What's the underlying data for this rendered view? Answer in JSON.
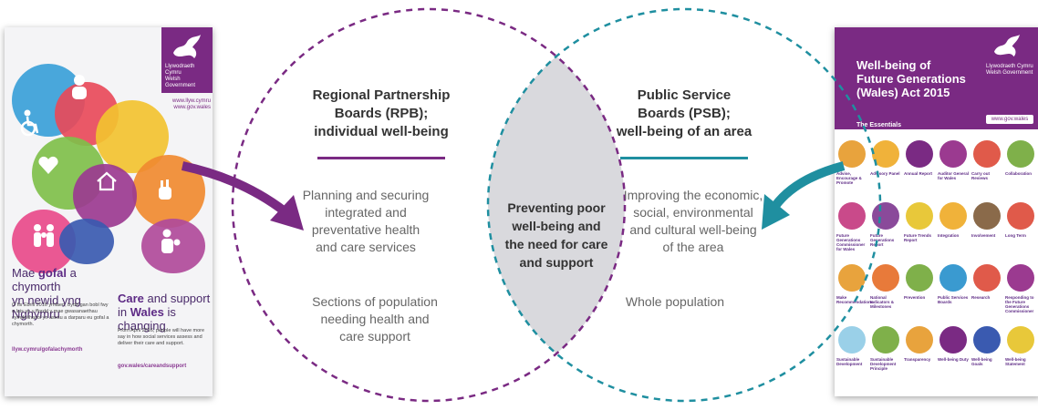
{
  "colors": {
    "rpb_purple": "#7a2a83",
    "psb_teal": "#1f8fa0",
    "overlap_grey": "#d9d9dd"
  },
  "left_circle": {
    "heading": [
      "Regional Partnership",
      "Boards (RPB);",
      "individual well-being"
    ],
    "body": [
      "Planning and securing",
      "integrated and",
      "preventative health",
      "and care services"
    ],
    "population": [
      "Sections of population",
      "needing health and",
      "care support"
    ]
  },
  "right_circle": {
    "heading": [
      "Public Service",
      "Boards (PSB);",
      "well-being of an area"
    ],
    "body": [
      "Improving the economic,",
      "social, environmental",
      "and cultural well-being",
      "of the area"
    ],
    "population": "Whole population"
  },
  "overlap": {
    "text": [
      "Preventing poor",
      "well-being and",
      "the need for care",
      "and support"
    ]
  },
  "left_brochure": {
    "logo_text": [
      "Llywodraeth Cymru",
      "Welsh Government"
    ],
    "web": [
      "www.llyw.cymru",
      "www.gov.wales"
    ],
    "welsh_title_line1_pre": "Mae ",
    "welsh_title_line1_bold": "gofal",
    "welsh_title_line1_post": " a chymorth",
    "welsh_title_line2": "yn newid yng Nghymru",
    "english_title_line1_bold": "Care",
    "english_title_line1_post": " and support",
    "english_title_line2_pre": "in ",
    "english_title_line2_bold": "Wales",
    "english_title_line2_post": " is changing",
    "welsh_body": "O fis Ebrill 2016 ymlaen, bydd gan bobl fwy o lais yn y ffordd y mae gwasanaethau cymdeithasol yn asesu a darparu eu gofal a chymorth.",
    "english_body": "From April 2016, people will have more say in how social services assess and deliver their care and support.",
    "welsh_link": "llyw.cymru/gofalachymorth",
    "english_link": "gov.wales/careandsupport"
  },
  "right_brochure": {
    "title": [
      "Well-being of",
      "Future Generations",
      "(Wales) Act 2015"
    ],
    "subtitle": "The Essentials",
    "logo_text": [
      "Llywodraeth Cymru",
      "Welsh Government"
    ],
    "web": "www.gov.wales",
    "icons": [
      {
        "label": "Advise, Encourage & Promote",
        "color": "#e8a33d"
      },
      {
        "label": "Advisory Panel",
        "color": "#f0b23a"
      },
      {
        "label": "Annual Report",
        "color": "#7a2a83"
      },
      {
        "label": "Auditor General for Wales",
        "color": "#9b3a90"
      },
      {
        "label": "Carry out Reviews",
        "color": "#e05a4a"
      },
      {
        "label": "Collaboration",
        "color": "#7fb04a"
      },
      {
        "label": "Future Generations Commissioner for Wales",
        "color": "#c94a8a"
      },
      {
        "label": "Future Generations Report",
        "color": "#8a4a9a"
      },
      {
        "label": "Future Trends Report",
        "color": "#e8c83a"
      },
      {
        "label": "Integration",
        "color": "#f0b23a"
      },
      {
        "label": "Involvement",
        "color": "#8a6a4a"
      },
      {
        "label": "Long Term",
        "color": "#e05a4a"
      },
      {
        "label": "Make Recommendations",
        "color": "#e8a33d"
      },
      {
        "label": "National Indicators & Milestones",
        "color": "#e87a3a"
      },
      {
        "label": "Prevention",
        "color": "#7fb04a"
      },
      {
        "label": "Public Services Boards",
        "color": "#3a9ad0"
      },
      {
        "label": "Research",
        "color": "#e05a4a"
      },
      {
        "label": "Responding to the Future Generations Commissioner",
        "color": "#9b3a90"
      },
      {
        "label": "Sustainable Development",
        "color": "#9ad0e8"
      },
      {
        "label": "Sustainable Development Principle",
        "color": "#7fb04a"
      },
      {
        "label": "Transparency",
        "color": "#e8a33d"
      },
      {
        "label": "Well-being Duty",
        "color": "#7a2a83"
      },
      {
        "label": "Well-being Goals",
        "color": "#3a5ab0"
      },
      {
        "label": "Well-being Statement",
        "color": "#e8c83a"
      }
    ]
  }
}
